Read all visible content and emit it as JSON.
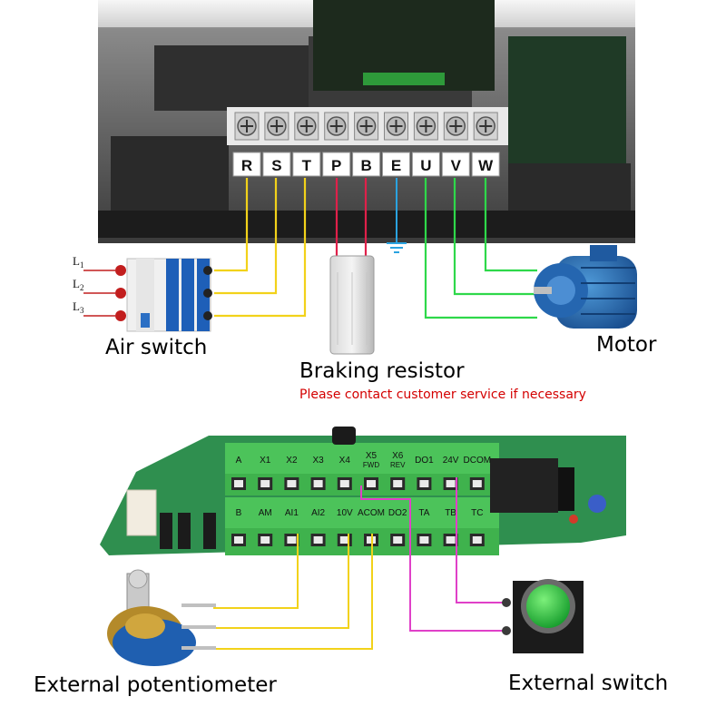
{
  "labels": {
    "air_switch": "Air switch",
    "braking_resistor": "Braking resistor",
    "note": "Please contact customer service if necessary",
    "motor": "Motor",
    "potentiometer": "External potentiometer",
    "external_switch": "External switch"
  },
  "power_terminals": [
    "R",
    "S",
    "T",
    "P",
    "B",
    "E",
    "U",
    "V",
    "W"
  ],
  "supply_lines": [
    "L1",
    "L2",
    "L3"
  ],
  "control_top": [
    "A",
    "X1",
    "X2",
    "X3",
    "X4",
    "X5",
    "X6",
    "DO1",
    "24V",
    "DCOM"
  ],
  "control_top_sub": {
    "X5": "FWD",
    "X6": "REV"
  },
  "control_bottom": [
    "B",
    "AM",
    "AI1",
    "AI2",
    "10V",
    "ACOM",
    "DO2",
    "TA",
    "TB",
    "TC"
  ],
  "colors": {
    "wire_yellow": "#f2d21a",
    "wire_red": "#e0204a",
    "wire_blue": "#2aa3e0",
    "wire_green": "#2ed84a",
    "wire_magenta": "#e040c8",
    "note_red": "#d40000",
    "terminal_green": "#3fbf4a"
  }
}
